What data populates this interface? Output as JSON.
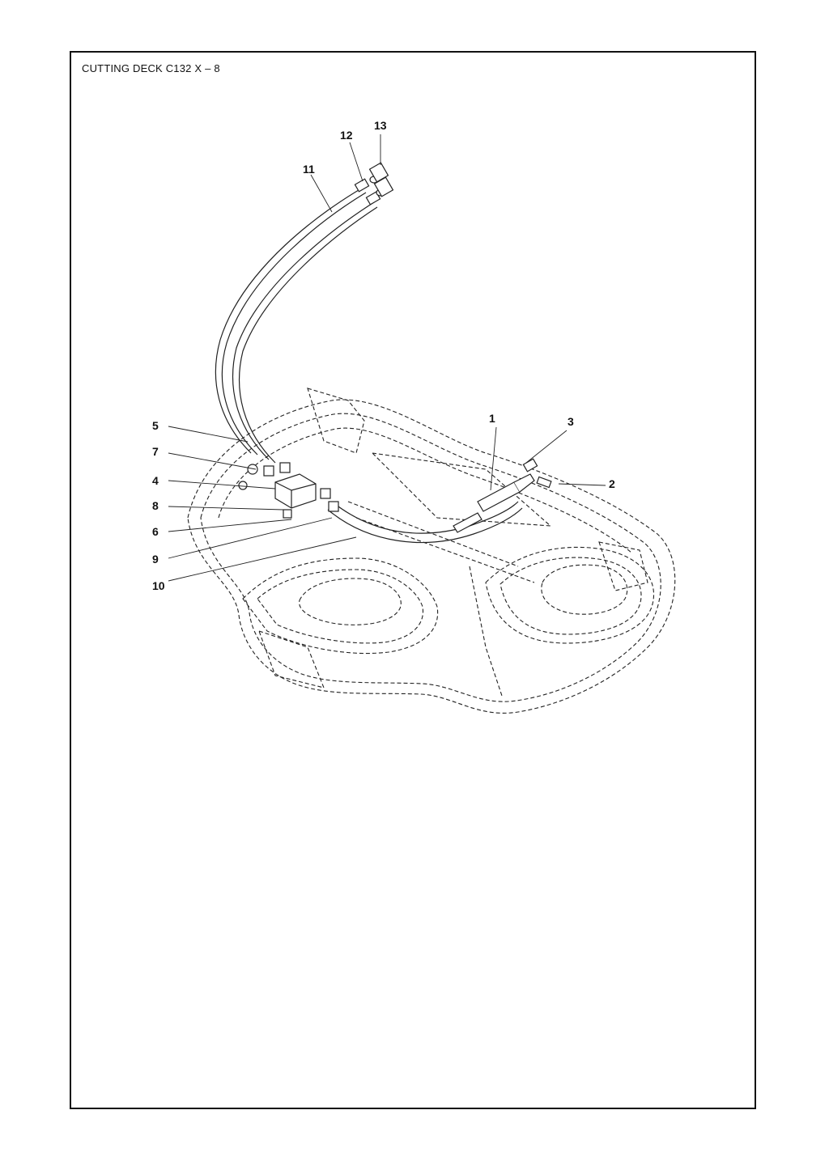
{
  "title": "CUTTING DECK C132 X – 8",
  "callouts": [
    {
      "label": "1"
    },
    {
      "label": "2"
    },
    {
      "label": "3"
    },
    {
      "label": "4"
    },
    {
      "label": "5"
    },
    {
      "label": "6"
    },
    {
      "label": "7"
    },
    {
      "label": "8"
    },
    {
      "label": "9"
    },
    {
      "label": "10"
    },
    {
      "label": "11"
    },
    {
      "label": "12"
    },
    {
      "label": "13"
    }
  ]
}
